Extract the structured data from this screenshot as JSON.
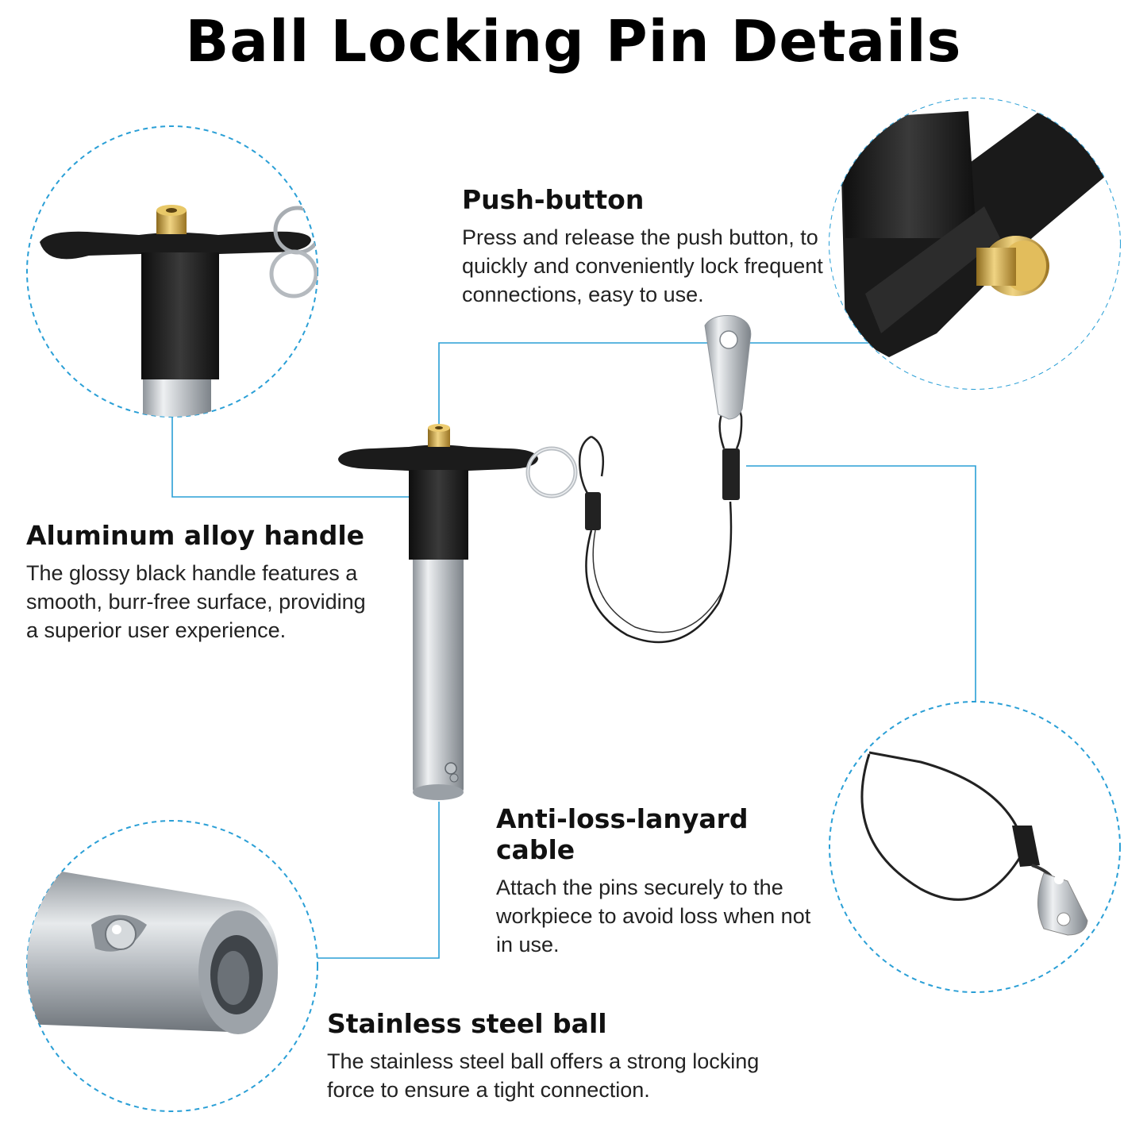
{
  "title": "Ball Locking Pin Details",
  "features": [
    {
      "id": "push-button",
      "heading": "Push-button",
      "text": "Press and release the push button, to quickly and conveniently lock frequent connections, easy to use."
    },
    {
      "id": "handle",
      "heading": "Aluminum alloy handle",
      "text": "The glossy black handle features a smooth, burr-free surface, providing a superior user experience."
    },
    {
      "id": "lanyard",
      "heading": "Anti-loss-lanyard cable",
      "text": "Attach the pins securely to the workpiece to avoid loss when not in use."
    },
    {
      "id": "ball",
      "heading": "Stainless steel ball",
      "text": "The stainless steel ball offers a strong locking force to ensure a tight connection."
    }
  ],
  "colors": {
    "accent": "#2a9fd6",
    "handle_black": "#1c1c1c",
    "steel": "#c8ccd0",
    "brass": "#c9a23a"
  },
  "icons": [
    "ball-lock-pin-image",
    "handle-detail-image",
    "push-button-detail-image",
    "ball-detail-image",
    "lanyard-detail-image"
  ]
}
